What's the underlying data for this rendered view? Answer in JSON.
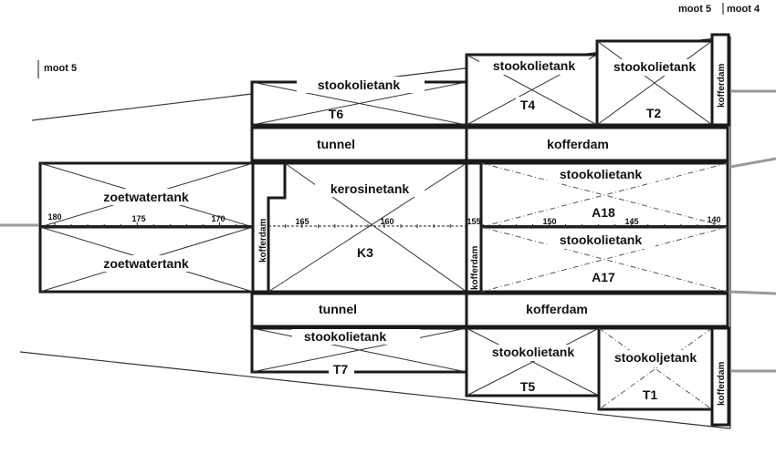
{
  "moot_markers": {
    "top_right_a": "moot 5",
    "top_right_b": "moot 4",
    "left": "moot 5"
  },
  "compartments": {
    "T6": {
      "type": "stookolietank",
      "code": "T6"
    },
    "T4": {
      "type": "stookolietank",
      "code": "T4"
    },
    "T2": {
      "type": "stookolietank",
      "code": "T2"
    },
    "kofferdam_top_right": {
      "type": "kofferdam"
    },
    "tunnel_top": {
      "type": "tunnel"
    },
    "kofferdam_top_mid": {
      "type": "kofferdam"
    },
    "zoetwater_upper": {
      "type": "zoetwatertank"
    },
    "zoetwater_lower": {
      "type": "zoetwatertank"
    },
    "kofferdam_mid_left": {
      "type": "kofferdam"
    },
    "K3": {
      "type": "kerosinetank",
      "code": "K3"
    },
    "kofferdam_mid_right": {
      "type": "kofferdam"
    },
    "A18": {
      "type": "stookolietank",
      "code": "A18"
    },
    "A17": {
      "type": "stookolietank",
      "code": "A17"
    },
    "tunnel_bottom": {
      "type": "tunnel"
    },
    "kofferdam_bottom_mid": {
      "type": "kofferdam"
    },
    "T7": {
      "type": "stookolietank",
      "code": "T7"
    },
    "T5": {
      "type": "stookolietank",
      "code": "T5"
    },
    "T1": {
      "type": "stookoljetank",
      "code": "T1"
    },
    "kofferdam_bottom_right": {
      "type": "kofferdam"
    }
  },
  "frame_numbers": {
    "f180": "180",
    "f175": "175",
    "f170": "170",
    "f165": "165",
    "f160": "160",
    "f155": "155",
    "f150": "150",
    "f145": "145",
    "f140": "140"
  },
  "colors": {
    "line": "#1a1a1a",
    "background": "#ffffff"
  }
}
